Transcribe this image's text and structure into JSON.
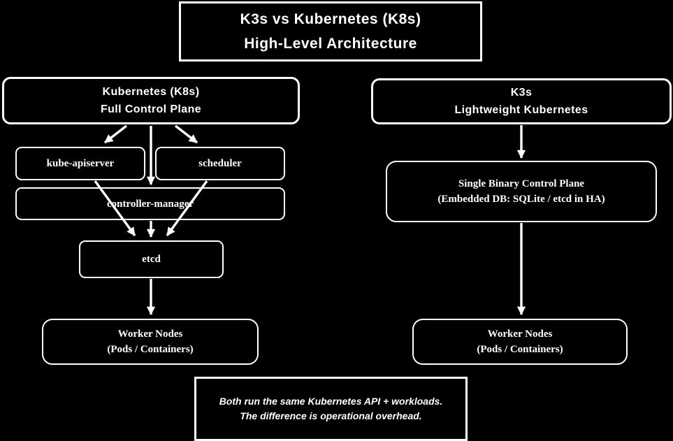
{
  "colors": {
    "background": "#000000",
    "foreground": "#ffffff"
  },
  "title": {
    "line1": "K3s vs Kubernetes (K8s)",
    "line2": "High-Level Architecture"
  },
  "k8s": {
    "header": {
      "line1": "Kubernetes (K8s)",
      "line2": "Full Control Plane"
    },
    "components": {
      "apiserver": "kube-apiserver",
      "scheduler": "scheduler",
      "controller_manager": "controller-manager",
      "etcd": "etcd"
    },
    "workers": {
      "line1": "Worker Nodes",
      "line2": "(Pods / Containers)"
    }
  },
  "k3s": {
    "header": {
      "line1": "K3s",
      "line2": "Lightweight Kubernetes"
    },
    "control_plane": {
      "line1": "Single Binary Control Plane",
      "line2": "(Embedded DB: SQLite / etcd in HA)"
    },
    "workers": {
      "line1": "Worker Nodes",
      "line2": "(Pods / Containers)"
    }
  },
  "note": {
    "line1": "Both run the same Kubernetes API + workloads.",
    "line2": "The difference is operational overhead."
  },
  "edges": [
    {
      "from": "k8s-header",
      "to": "kube-apiserver"
    },
    {
      "from": "k8s-header",
      "to": "controller-manager"
    },
    {
      "from": "k8s-header",
      "to": "scheduler"
    },
    {
      "from": "kube-apiserver",
      "to": "etcd"
    },
    {
      "from": "controller-manager",
      "to": "etcd"
    },
    {
      "from": "scheduler",
      "to": "etcd"
    },
    {
      "from": "etcd",
      "to": "k8s-workers"
    },
    {
      "from": "k3s-header",
      "to": "k3s-control-plane"
    },
    {
      "from": "k3s-control-plane",
      "to": "k3s-workers"
    }
  ]
}
